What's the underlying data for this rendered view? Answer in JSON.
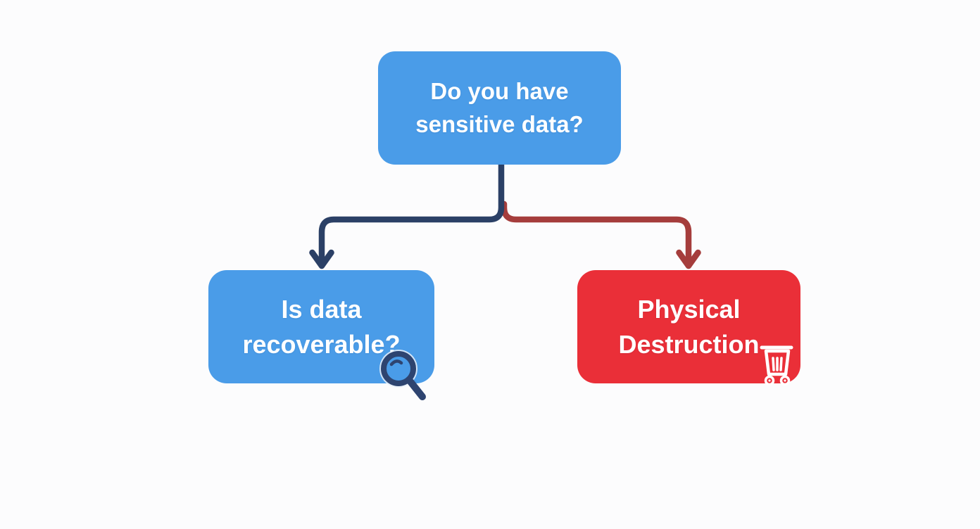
{
  "page": {
    "background": "#FCFCFD"
  },
  "diagram": {
    "type": "decision-flowchart",
    "nodes": {
      "question": {
        "label": "Do you have sensitive data?",
        "fill": "#4A9CE8",
        "text_color": "#FFFFFF"
      },
      "recoverable": {
        "label": "Is data recoverable?",
        "fill": "#4A9CE8",
        "text_color": "#FFFFFF",
        "icon": "magnifier-icon"
      },
      "destruction": {
        "label": "Physical Destruction",
        "fill": "#EA2F38",
        "text_color": "#FFFFFF",
        "icon": "trash-bin-icon"
      }
    },
    "edges": {
      "to_recoverable": {
        "from": "question",
        "to": "recoverable",
        "color": "#2B4066"
      },
      "to_destruction": {
        "from": "question",
        "to": "destruction",
        "color": "#A53D3C"
      }
    },
    "icon_colors": {
      "magnifier": "#2E4470",
      "magnifier_halo": "#E9F1FA",
      "trash": "#FFFFFF"
    }
  }
}
